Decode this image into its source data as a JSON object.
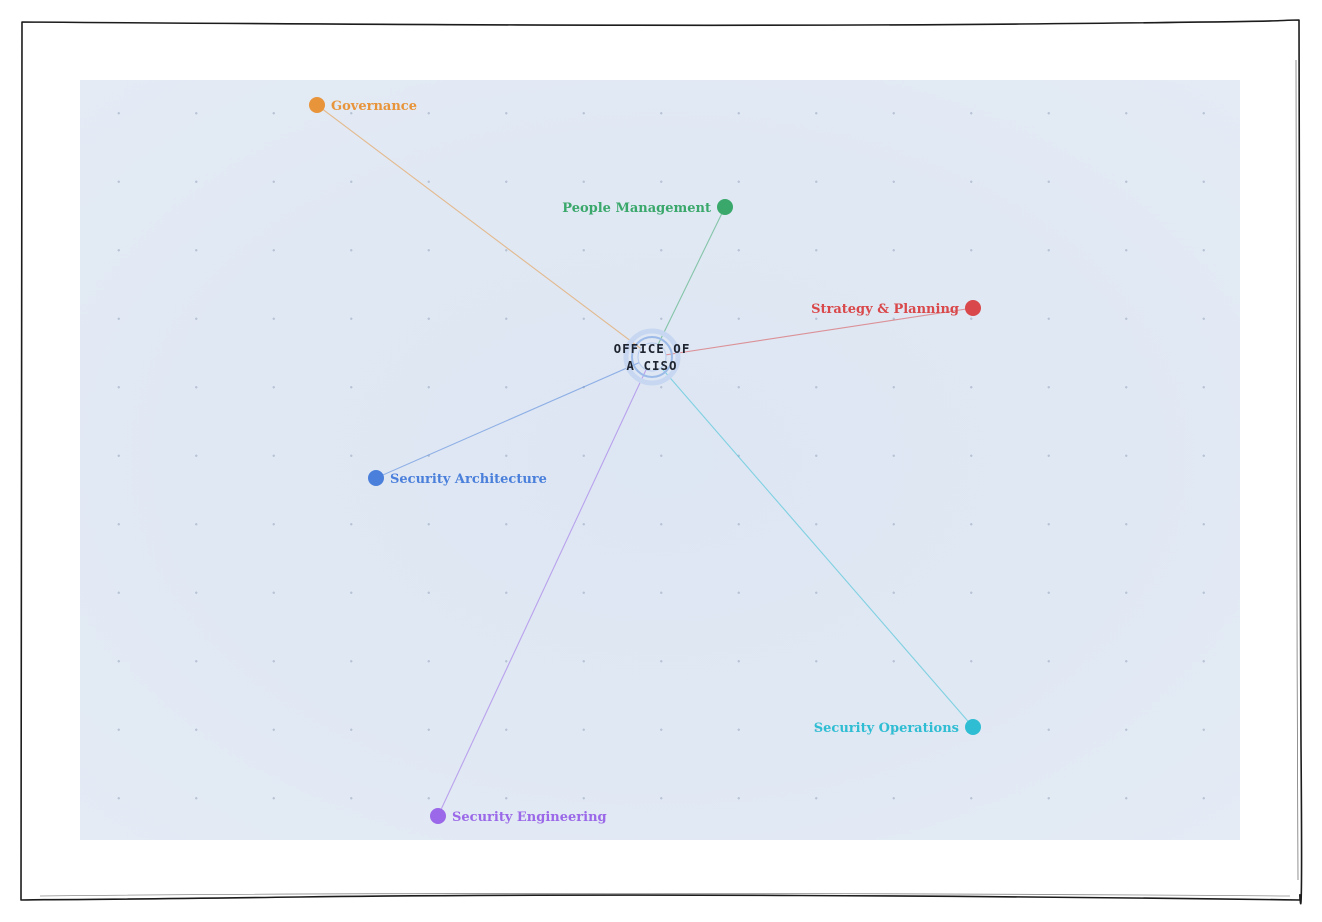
{
  "diagram": {
    "type": "radial-mind-map",
    "center": {
      "lines": [
        "OFFICE OF",
        "A CISO"
      ],
      "icon": "concentric-rings-icon",
      "ring_color": "#8fb0e6"
    },
    "nodes": [
      {
        "id": "governance",
        "label": "Governance",
        "color": "#e8943a",
        "label_side": "right"
      },
      {
        "id": "people-management",
        "label": "People Management",
        "color": "#3aa86b",
        "label_side": "left"
      },
      {
        "id": "strategy-planning",
        "label": "Strategy & Planning",
        "color": "#d9484a",
        "label_side": "left"
      },
      {
        "id": "security-architecture",
        "label": "Security Architecture",
        "color": "#4a7fdb",
        "label_side": "right"
      },
      {
        "id": "security-operations",
        "label": "Security Operations",
        "color": "#2fbdd3",
        "label_side": "left"
      },
      {
        "id": "security-engineering",
        "label": "Security Engineering",
        "color": "#9a68e8",
        "label_side": "right"
      }
    ]
  }
}
